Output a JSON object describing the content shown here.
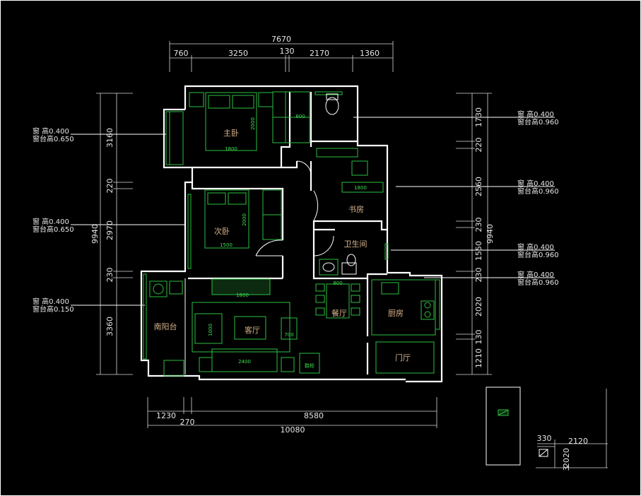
{
  "colors": {
    "background": "#000000",
    "walls": "#ffffff",
    "furniture": "#2dbf3f",
    "room_labels": "#d9b48c",
    "dimensions": "#e6e6e6"
  },
  "dimensions": {
    "top_total": "7670",
    "top_segments": [
      "760",
      "3250",
      "130",
      "2170",
      "1360"
    ],
    "bottom_segments": [
      "1230",
      "8580"
    ],
    "bottom_sub": "270",
    "bottom_total": "10080",
    "left_segments": [
      "3160",
      "220",
      "2970",
      "230",
      "3360"
    ],
    "left_total": "9940",
    "right_segments": [
      "1730",
      "220",
      "2560",
      "230",
      "1550",
      "230",
      "2020",
      "130",
      "1210"
    ],
    "right_total": "9940",
    "inset_width": "2120",
    "inset_offset": "330",
    "inset_height": "2020",
    "inset_small": "3"
  },
  "rooms": {
    "master_bedroom": "主卧",
    "second_bedroom": "次卧",
    "study": "书房",
    "bathroom": "卫生间",
    "dining": "餐厅",
    "kitchen": "厨房",
    "living": "客厅",
    "south_balcony": "南阳台",
    "foyer": "门厅"
  },
  "window_notes": {
    "left": [
      {
        "line1": "窗 高0.400",
        "line2": "窗台高0.650"
      },
      {
        "line1": "窗 高0.400",
        "line2": "窗台高0.650"
      },
      {
        "line1": "窗 高0.400",
        "line2": "窗台高0.150"
      }
    ],
    "right": [
      {
        "line1": "窗 高0.400",
        "line2": "窗台高0.960"
      },
      {
        "line1": "窗 高0.400",
        "line2": "窗台高0.960"
      },
      {
        "line1": "窗 高0.400",
        "line2": "窗台高0.960"
      },
      {
        "line1": "窗 高0.400",
        "line2": "窗台高0.960"
      }
    ]
  },
  "furniture_labels": {
    "master_bed_width": "1800",
    "master_bed_length": "2000",
    "wardrobe": "600",
    "second_bed_width": "1500",
    "second_bed_length": "2000",
    "desk": "1800",
    "tv_cabinet": "1800",
    "sofa": "2400",
    "armchair": "1000",
    "side_table": "700",
    "dining_table": "800",
    "shoe_cabinet": "鞋柜"
  }
}
